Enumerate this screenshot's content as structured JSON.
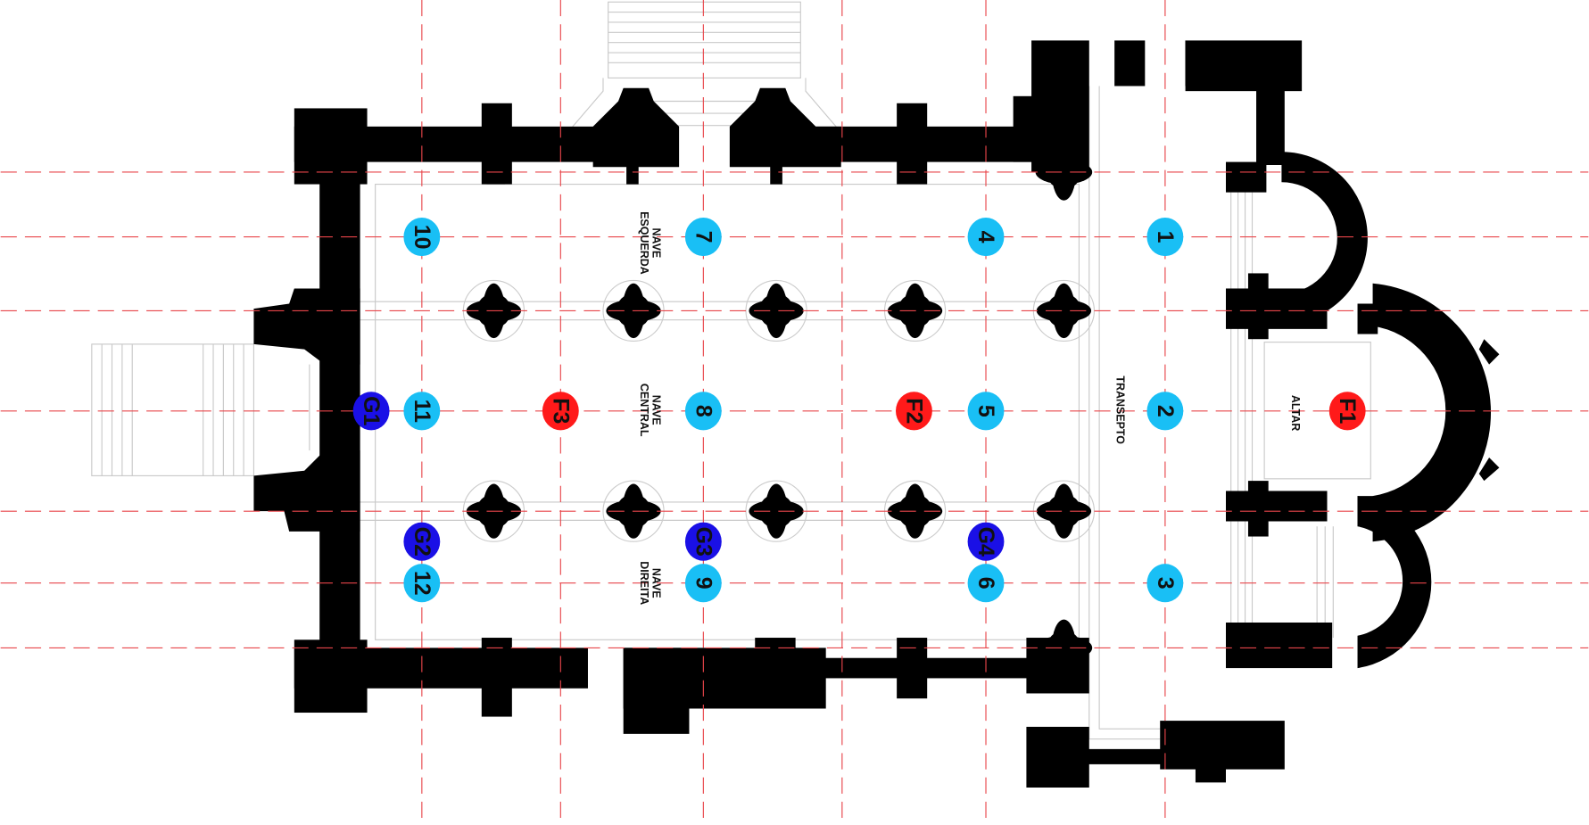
{
  "colors": {
    "point": "#19bff5",
    "speaker": "#ff1a1a",
    "source": "#1a10e6",
    "grid": "#e8454a",
    "wall": "#000000"
  },
  "labels": {
    "nave_esquerda": [
      "NAVE",
      "ESQUERDA"
    ],
    "nave_central": [
      "NAVE",
      "CENTRAL"
    ],
    "nave_direita": [
      "NAVE",
      "DIREITA"
    ],
    "transepto": "TRANSEPTO",
    "altar": "ALTAR"
  },
  "markers": {
    "points": [
      "1",
      "2",
      "3",
      "4",
      "5",
      "6",
      "7",
      "8",
      "9",
      "10",
      "11",
      "12"
    ],
    "f": [
      "F1",
      "F2",
      "F3"
    ],
    "g": [
      "G1",
      "G2",
      "G3",
      "G4"
    ]
  }
}
